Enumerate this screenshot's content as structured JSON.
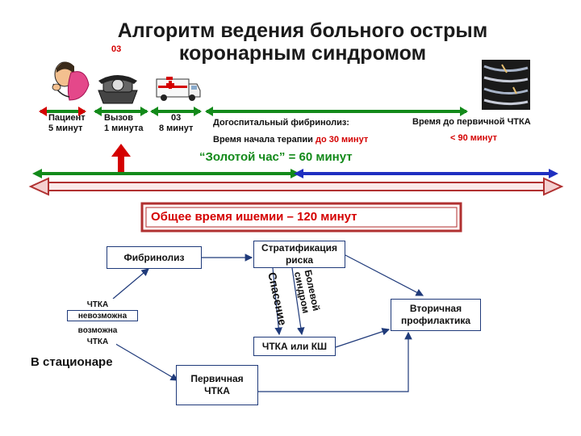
{
  "title": {
    "line1": "Алгоритм ведения больного острым",
    "line2": "коронарным синдромом"
  },
  "icons": {
    "ambulance_code": "03",
    "patient": "patient-icon",
    "phone": "phone-icon",
    "ambulance": "ambulance-icon",
    "catheter": "catheter-images"
  },
  "timeline": {
    "patient": {
      "label": "Пациент",
      "time": "5 минут"
    },
    "call": {
      "label": "Вызов",
      "time": "1 минута"
    },
    "ambulance": {
      "label": "03",
      "time": "8 минут"
    },
    "prehospital": {
      "label": "Догоспитальный фибринолиз:",
      "detail_prefix": "Время начала терапии",
      "detail_value": "до 30 минут"
    },
    "pci_time": {
      "label": "Время до первичной ЧТКА",
      "value": "< 90 минут"
    },
    "golden_hour": "“Золотой час” = 60 минут",
    "total_ischemia": "Общее время ишемии – 120 минут"
  },
  "flowchart": {
    "in_hospital": "В стационаре",
    "fibrinolysis": "Фибринолиз",
    "risk_line1": "Стратификация",
    "risk_line2": "риска",
    "pci_impossible_top": "ЧТКА",
    "pci_impossible_bottom": "невозможна",
    "pci_possible_top": "возможна",
    "pci_possible_bottom": "ЧТКА",
    "rescue": "Спасение",
    "pain_line1": "Болевой",
    "pain_line2": "синдром",
    "pci_or_cabg": "ЧТКА или КШ",
    "secondary_line1": "Вторичная",
    "secondary_line2": "профилактика",
    "primary_line1": "Первичная",
    "primary_line2": "ЧТКА"
  },
  "colors": {
    "green": "#138a1a",
    "red": "#d40000",
    "blue": "#1f2fc0",
    "dark_red": "#b03030",
    "navy": "#1f3a7a"
  }
}
